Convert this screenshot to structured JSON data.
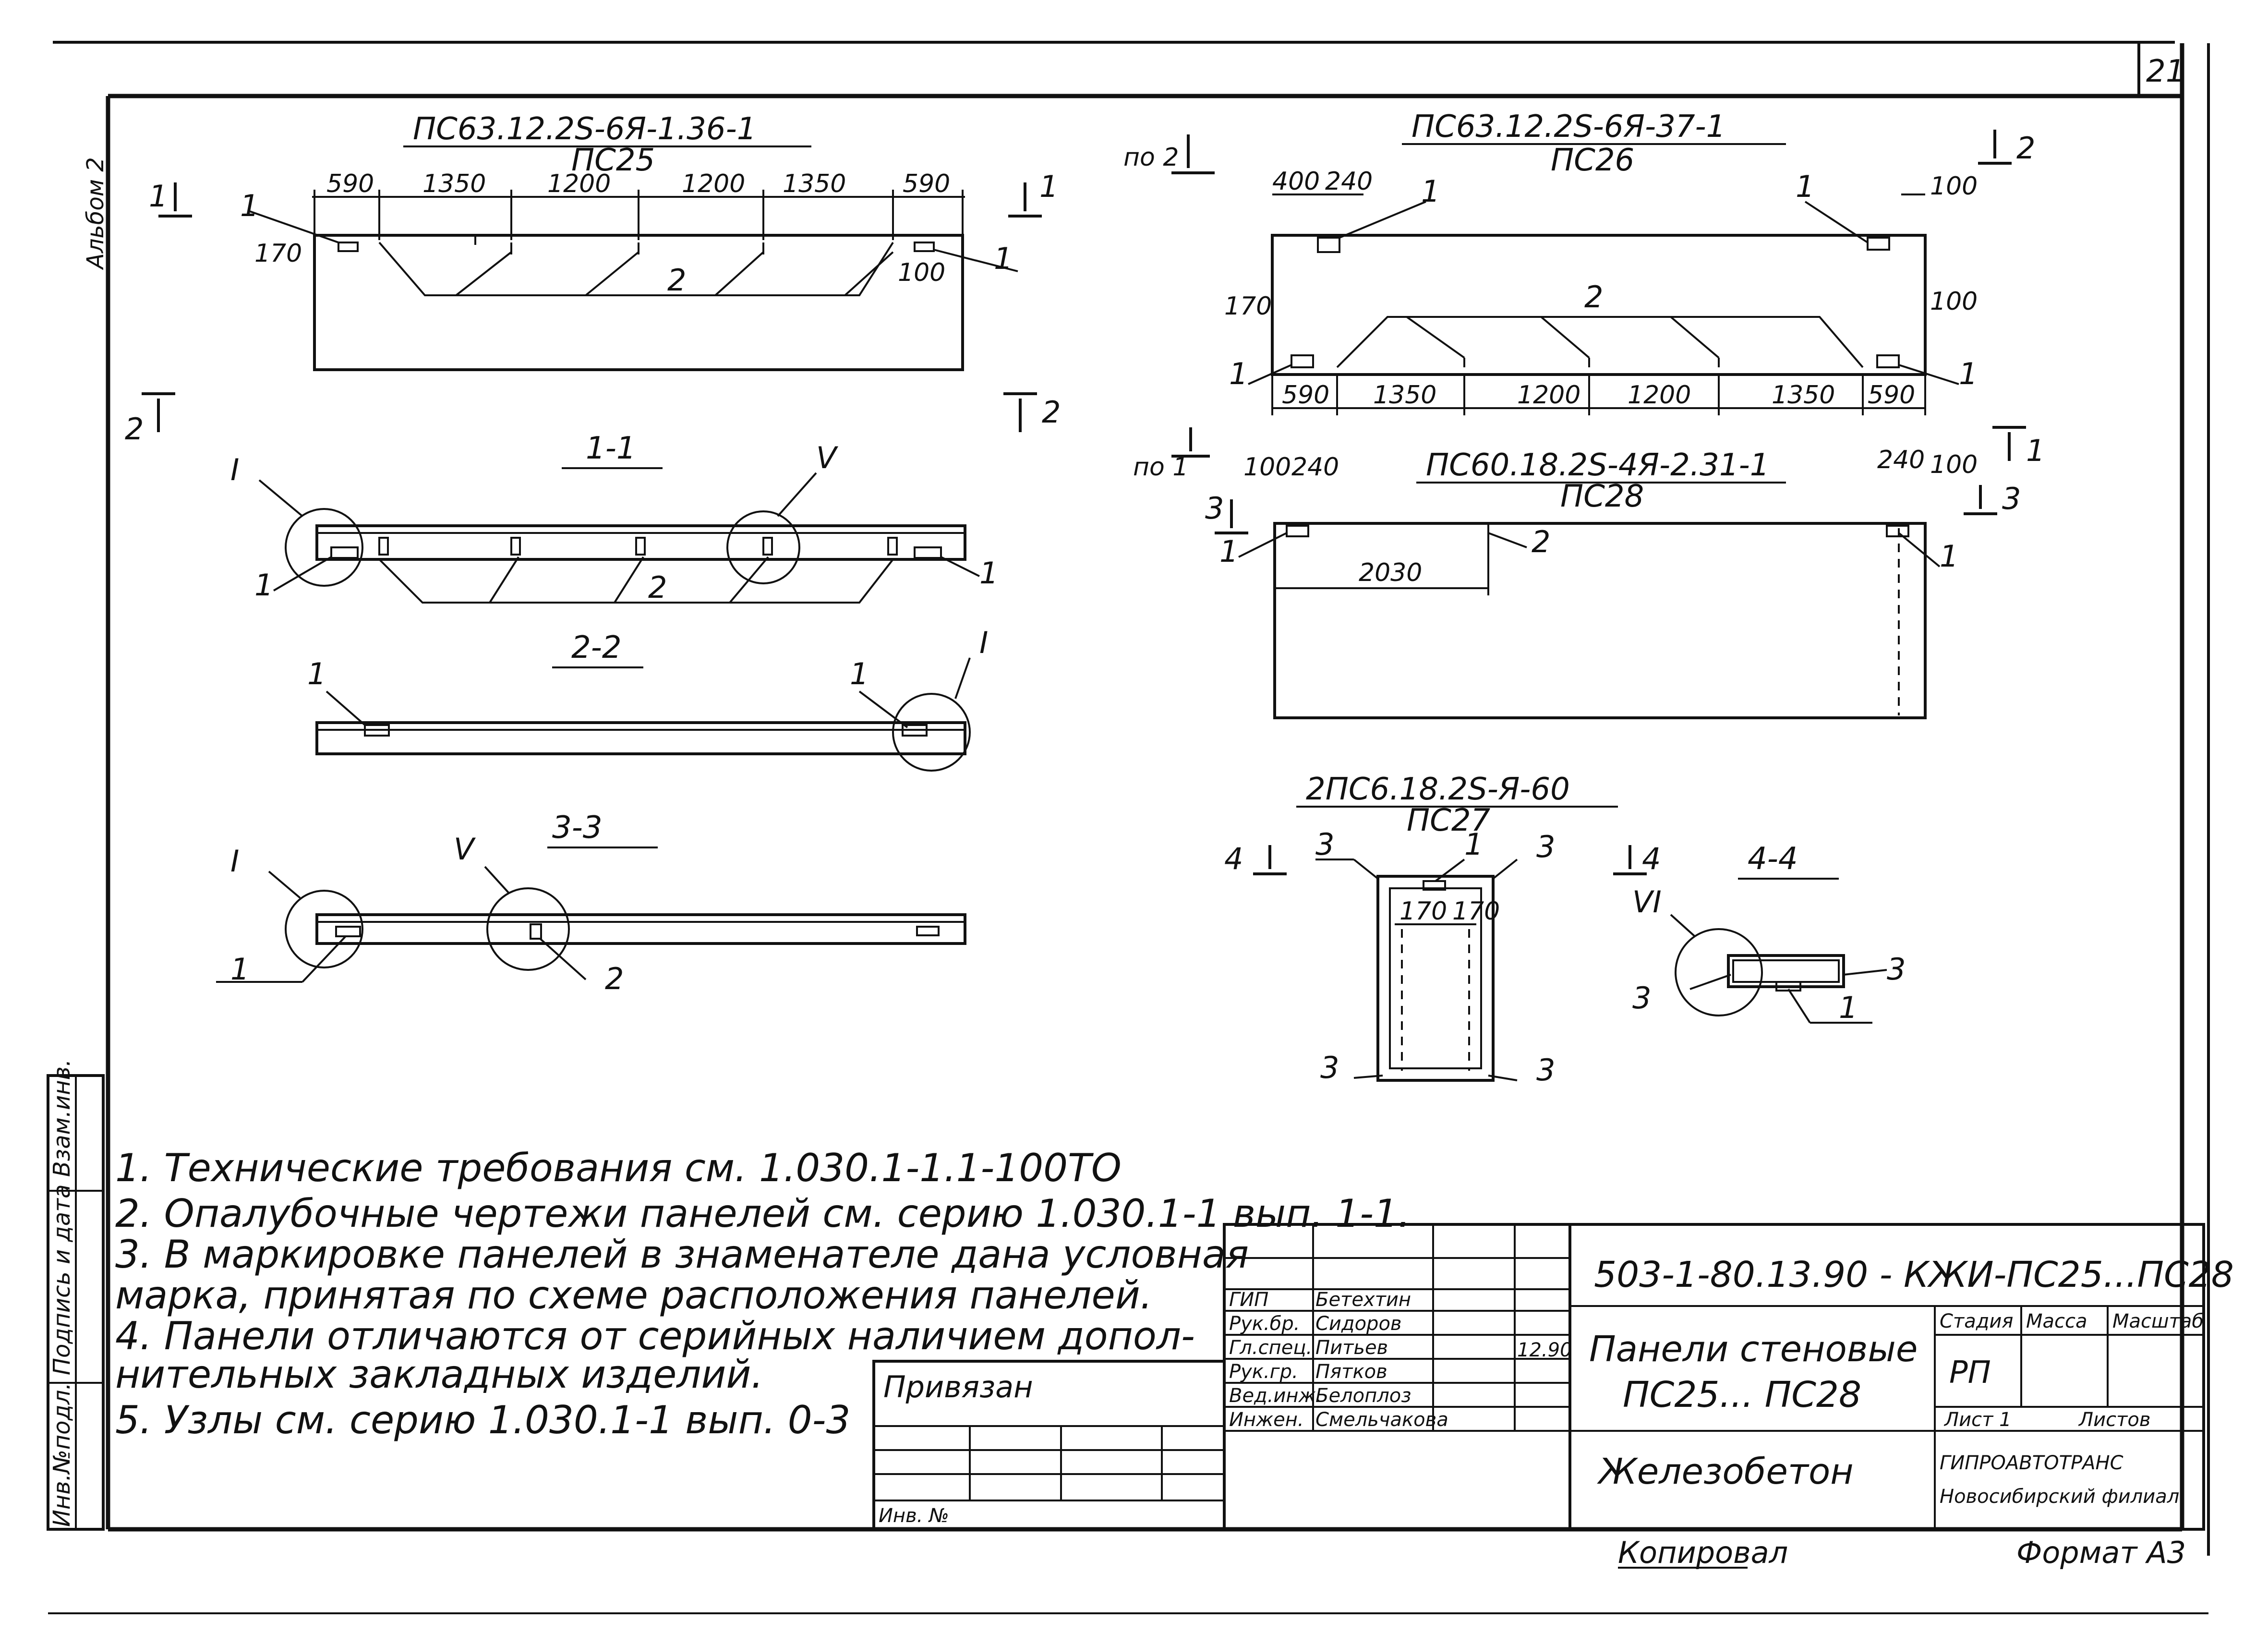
{
  "sheet": {
    "page_number": "21",
    "album_label": "Альбом 2",
    "side_stamp": "Инв.№подл. Подпись и дата Взам.инв.",
    "copied_by": "Копировал",
    "format": "Формат А3"
  },
  "views": {
    "pc25": {
      "title": "ПС63.12.2S-6Я-1.36-1",
      "subtitle": "ПС25",
      "dims": [
        "590",
        "1350",
        "1200",
        "1200",
        "1350",
        "590"
      ],
      "dim_vertical": "170",
      "dim_right": "100",
      "item_2": "2",
      "item_1": "1",
      "section_1": "1",
      "section_2": "2"
    },
    "pc26": {
      "title": "ПС63.12.2S-6Я-37-1",
      "subtitle": "ПС26",
      "dims_top": [
        "400",
        "240",
        "100"
      ],
      "dims_bottom": [
        "590",
        "1350",
        "1200",
        "1200",
        "1350",
        "590"
      ],
      "dim_vertical": "170",
      "dim_right": "100",
      "item_2": "2",
      "item_1": "1",
      "ref_left": "по 2",
      "ref_right": "2"
    },
    "pc28": {
      "title": "ПС60.18.2S-4Я-2.31-1",
      "subtitle": "ПС28",
      "dims_left": [
        "100",
        "240"
      ],
      "dims_right": [
        "240",
        "100"
      ],
      "dim_offset": "2030",
      "item_2": "2",
      "item_1": "1",
      "ref_left": "по 1",
      "section_3": "3",
      "section_1": "1"
    },
    "pc27": {
      "title": "2ПС6.18.2S-Я-60",
      "subtitle": "ПС27",
      "dims": [
        "170",
        "170"
      ],
      "item_3": "3",
      "item_1": "1",
      "section_4": "4"
    },
    "sec_1_1": {
      "title": "1-1",
      "node_i": "I",
      "node_v": "V",
      "item_1": "1",
      "item_2": "2"
    },
    "sec_2_2": {
      "title": "2-2",
      "node_i": "I",
      "item_1": "1"
    },
    "sec_3_3": {
      "title": "3-3",
      "node_i": "I",
      "node_v": "V",
      "item_1": "1",
      "item_2": "2"
    },
    "sec_4_4": {
      "title": "4-4",
      "node_vi": "VI",
      "item_3": "3",
      "item_1": "1"
    }
  },
  "notes": [
    "1. Технические требования см. 1.030.1-1.1-100ТО",
    "2. Опалубочные чертежи панелей см. серию 1.030.1-1 вып. 1-1.",
    "3. В маркировке панелей в знаменателе дана условная",
    "   марка, принятая по схеме расположения панелей.",
    "4. Панели отличаются от серийных наличием допол-",
    "   нительных закладных изделий.",
    "5. Узлы см. серию 1.030.1-1 вып. 0-3"
  ],
  "title_block": {
    "doc_code": "503-1-80.13.90 - КЖИ-ПС25...ПС28",
    "doc_name_1": "Панели стеновые",
    "doc_name_2": "ПС25... ПС28",
    "material": "Железобетон",
    "stage_label": "Стадия",
    "mass_label": "Масса",
    "scale_label": "Масштаб",
    "stage_value": "РП",
    "sheet_label": "Лист 1",
    "sheets_label": "Листов",
    "org_1": "ГИПРОАВТОТРАНС",
    "org_2": "Новосибирский филиал",
    "bound_label": "Привязан",
    "inv_label": "Инв. №",
    "staff": [
      {
        "role": "ГИП",
        "name": "Бетехтин"
      },
      {
        "role": "Рук.бр.",
        "name": "Сидоров"
      },
      {
        "role": "Гл.спец.",
        "name": "Питьев"
      },
      {
        "role": "Рук.гр.",
        "name": "Пятков"
      },
      {
        "role": "Вед.инж.",
        "name": "Белоплоз"
      },
      {
        "role": "Инжен.",
        "name": "Смельчакова"
      }
    ],
    "date": "12.90"
  }
}
